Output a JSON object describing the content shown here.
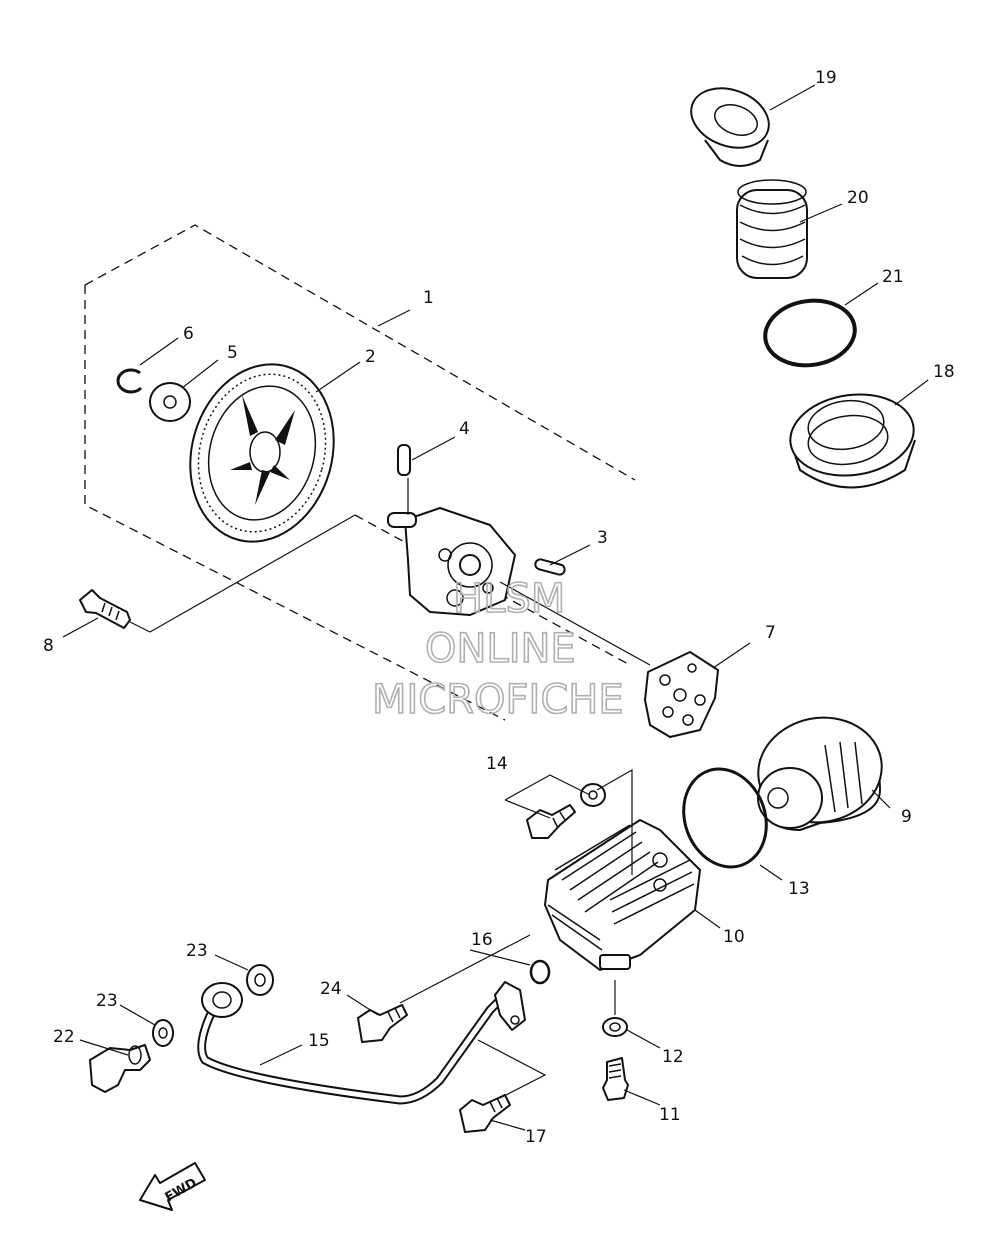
{
  "watermark": [
    "HLSM",
    "ONLINE",
    "MICROFICHE"
  ],
  "fwd_label": "FWD",
  "callouts": [
    {
      "id": "c1",
      "text": "1"
    },
    {
      "id": "c2",
      "text": "2"
    },
    {
      "id": "c3",
      "text": "3"
    },
    {
      "id": "c4",
      "text": "4"
    },
    {
      "id": "c5",
      "text": "5"
    },
    {
      "id": "c6",
      "text": "6"
    },
    {
      "id": "c7",
      "text": "7"
    },
    {
      "id": "c8",
      "text": "8"
    },
    {
      "id": "c9",
      "text": "9"
    },
    {
      "id": "c10",
      "text": "10"
    },
    {
      "id": "c11",
      "text": "11"
    },
    {
      "id": "c12",
      "text": "12"
    },
    {
      "id": "c13",
      "text": "13"
    },
    {
      "id": "c14",
      "text": "14"
    },
    {
      "id": "c15",
      "text": "15"
    },
    {
      "id": "c16",
      "text": "16"
    },
    {
      "id": "c17",
      "text": "17"
    },
    {
      "id": "c18",
      "text": "18"
    },
    {
      "id": "c19",
      "text": "19"
    },
    {
      "id": "c20",
      "text": "20"
    },
    {
      "id": "c21",
      "text": "21"
    },
    {
      "id": "c22",
      "text": "22"
    },
    {
      "id": "c23a",
      "text": "23"
    },
    {
      "id": "c23b",
      "text": "23"
    },
    {
      "id": "c24",
      "text": "24"
    }
  ]
}
